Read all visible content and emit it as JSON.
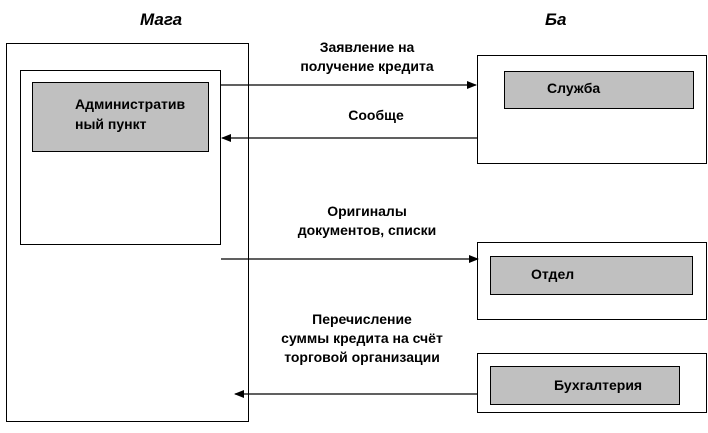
{
  "headers": {
    "left": "Мага",
    "right": "Ба"
  },
  "left_side": {
    "admin_point": [
      "Административ",
      "ный пункт"
    ]
  },
  "right_side": {
    "service": "Служба",
    "department": "Отдел",
    "accounting": "Бухгалтерия"
  },
  "flows": [
    {
      "lines": [
        "Заявление на",
        "получение кредита"
      ],
      "direction": "right"
    },
    {
      "lines": [
        "Сообще"
      ],
      "direction": "left"
    },
    {
      "lines": [
        "Оригиналы",
        "документов, списки"
      ],
      "direction": "right"
    },
    {
      "lines": [
        "Перечисление",
        "суммы кредита на счёт",
        "торговой организации"
      ],
      "direction": "left"
    }
  ],
  "colors": {
    "line": "#000000",
    "fill_gray": "#c0c0c0"
  }
}
